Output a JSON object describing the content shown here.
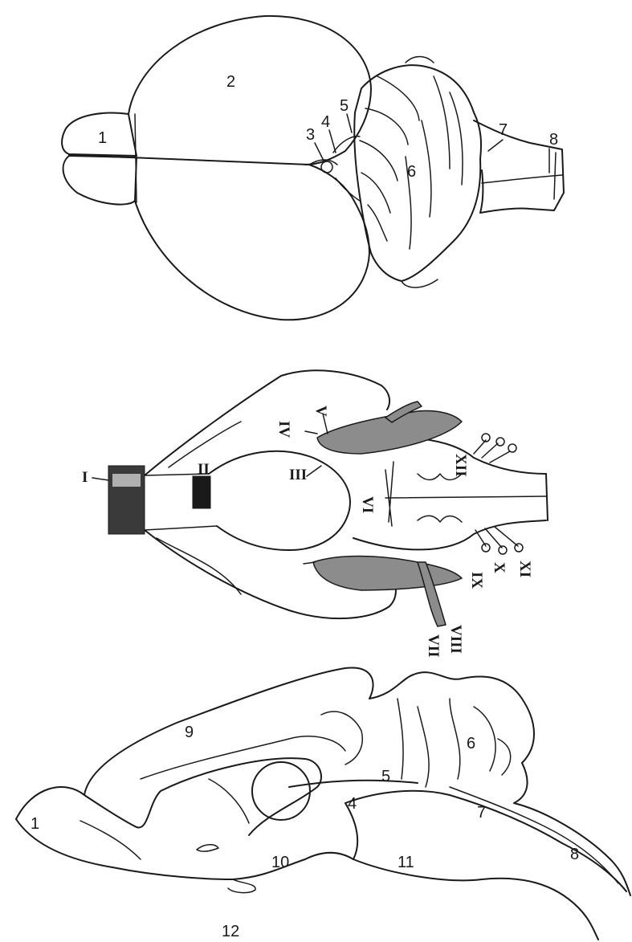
{
  "dorsal_view": {
    "labels": [
      "1",
      "2",
      "3",
      "4",
      "5",
      "6",
      "7",
      "8"
    ]
  },
  "ventral_view": {
    "cranial_nerves": [
      "I",
      "II",
      "III",
      "IV",
      "V",
      "VI",
      "VII",
      "VIII",
      "IX",
      "X",
      "XI",
      "XII"
    ]
  },
  "sagittal_view": {
    "labels": [
      "1",
      "4",
      "5",
      "6",
      "7",
      "8",
      "9",
      "10",
      "11",
      "12"
    ]
  }
}
